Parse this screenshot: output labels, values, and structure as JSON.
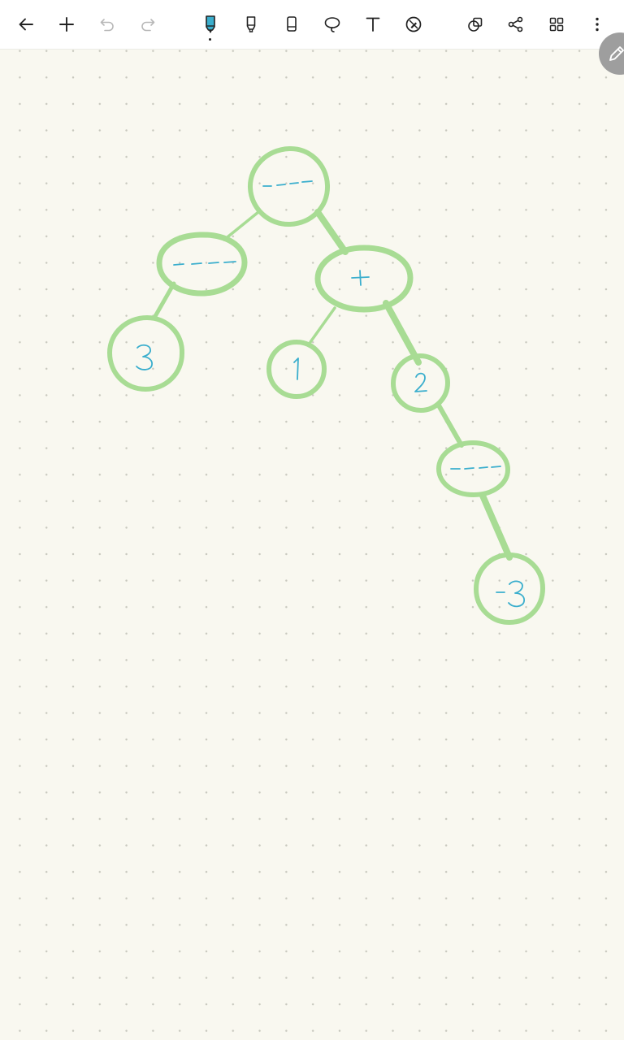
{
  "toolbar": {
    "icons": [
      {
        "name": "back-arrow-icon"
      },
      {
        "name": "add-icon"
      },
      {
        "name": "undo-icon"
      },
      {
        "name": "redo-icon"
      },
      {
        "name": "pen-icon",
        "active": true
      },
      {
        "name": "highlighter-icon"
      },
      {
        "name": "eraser-icon"
      },
      {
        "name": "lasso-icon"
      },
      {
        "name": "text-icon"
      },
      {
        "name": "pen-settings-icon"
      },
      {
        "name": "shapes-icon"
      },
      {
        "name": "share-icon"
      },
      {
        "name": "grid-view-icon"
      },
      {
        "name": "more-options-icon"
      }
    ],
    "active_tool": "pen"
  },
  "canvas": {
    "background_color": "#f9f8f0",
    "dot_grid": true,
    "ink_colors": {
      "outline": "#a8dc94",
      "text": "#3aaecd"
    },
    "tree_nodes": [
      {
        "id": "root",
        "label": "---"
      },
      {
        "id": "left",
        "label": "---"
      },
      {
        "id": "left-leaf",
        "label": "3"
      },
      {
        "id": "plus",
        "label": "+"
      },
      {
        "id": "one",
        "label": "1"
      },
      {
        "id": "two",
        "label": "2"
      },
      {
        "id": "lower-minus",
        "label": "---"
      },
      {
        "id": "neg-three",
        "label": "-3"
      }
    ]
  },
  "floating_button": {
    "icon": "pencil-icon"
  }
}
